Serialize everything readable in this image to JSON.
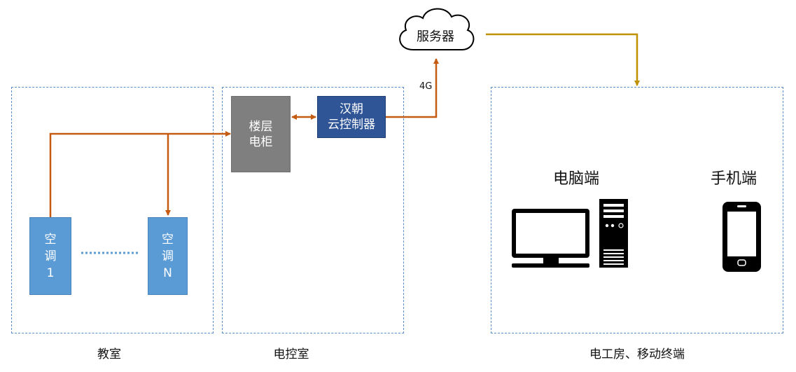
{
  "zones": {
    "classroom": "教室",
    "control_room": "电控室",
    "electrician_mobile": "电工房、移动终端"
  },
  "ac_units": {
    "first": [
      "空",
      "调",
      "1"
    ],
    "last": [
      "空",
      "调",
      "N"
    ]
  },
  "floor_cabinet": [
    "楼层",
    "电柜"
  ],
  "controller": [
    "汉朝",
    "云控制器"
  ],
  "server": "服务器",
  "link_label": "4G",
  "devices": {
    "pc": "电脑端",
    "phone": "手机端"
  },
  "colors": {
    "wire": "#c55a11",
    "server_link": "#bf9000",
    "ac_blue": "#5b9bd5",
    "controller_blue": "#2f5597",
    "cabinet_gray": "#7f7f7f",
    "dash": "#5b8ec9"
  },
  "icons": [
    "cloud-icon",
    "monitor-icon",
    "pc-tower-icon",
    "smartphone-icon"
  ]
}
